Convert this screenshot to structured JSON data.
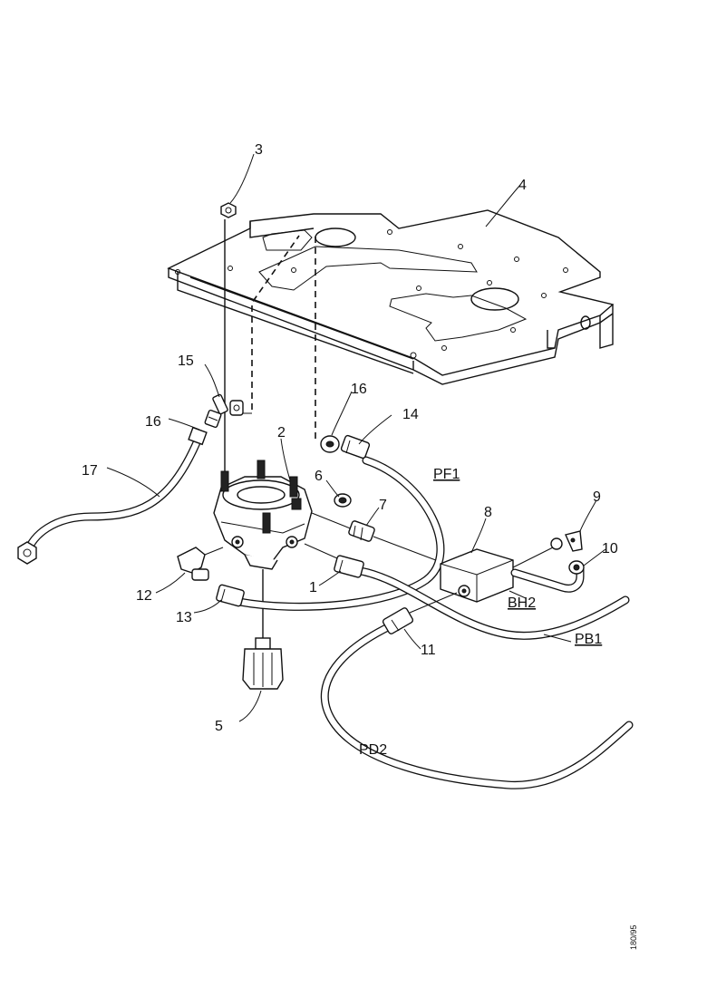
{
  "diagram": {
    "callouts": {
      "c1": "1",
      "c2": "2",
      "c3": "3",
      "c4": "4",
      "c5": "5",
      "c6": "6",
      "c7": "7",
      "c8": "8",
      "c9": "9",
      "c10": "10",
      "c11": "11",
      "c12": "12",
      "c13": "13",
      "c14": "14",
      "c15": "15",
      "c16a": "16",
      "c16b": "16",
      "c17": "17"
    },
    "line_codes": {
      "pf1": "PF1",
      "bh2": "BH2",
      "pb1": "PB1",
      "pd2": "PD2"
    },
    "side_code": "180/95"
  }
}
